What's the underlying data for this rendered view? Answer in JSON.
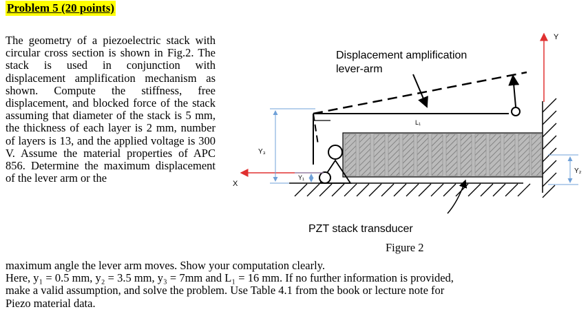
{
  "title": "Problem 5 (20 points)",
  "paragraph_left": "The geometry of a piezoelectric stack with circular cross section is shown in Fig.2. The stack is used in conjunction with displacement amplification mechanism as shown. Compute the stiffness, free displacement, and blocked force of the stack assuming that diameter of the stack is 5 mm, the thickness of each layer is 2 mm, number of layers is 13, and the applied voltage is 300 V. Assume the material properties of APC 856. Determine the maximum displacement of the lever arm or the",
  "paragraph_full": [
    "maximum angle the lever arm moves. Show your computation clearly.",
    "Here, y₁ = 0.5 mm, y₂ = 3.5 mm, y₃ = 7mm and L₁ = 16 mm. If no further information is provided,",
    "make a valid assumption, and solve the problem. Use Table 4.1 from the book or lecture note for",
    "Piezo material data."
  ],
  "figure": {
    "label_lever_line1": "Displacement amplification",
    "label_lever_line2": "lever-arm",
    "label_stack": "PZT stack transducer",
    "caption": "Figure 2",
    "axis_y": "Y",
    "axis_x": "X",
    "dim_y3": "Y₃",
    "dim_y1": "Y₁",
    "dim_y2": "Y₂",
    "dim_l1": "L₁",
    "colors": {
      "dimension": "#6fa0d8",
      "axis": "#e03030",
      "stack_fill": "#bbbbbb"
    }
  }
}
